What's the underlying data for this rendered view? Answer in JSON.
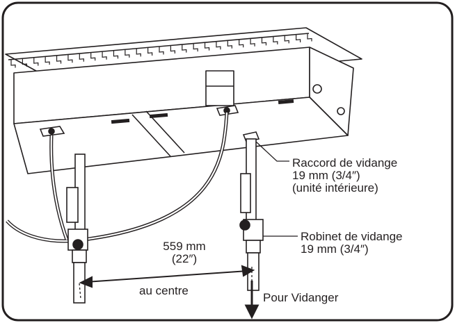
{
  "labels": {
    "drain_fitting": [
      "Raccord de vidange",
      "19 mm (3/4″)",
      "(unité intérieure)"
    ],
    "drain_valve": [
      "Robinet de vidange",
      "19 mm (3/4″)"
    ],
    "spacing": [
      "559 mm",
      "(22″)",
      "au centre"
    ],
    "to_drain": "Pour Vidanger"
  },
  "colors": {
    "line": "#231f20",
    "background": "#ffffff"
  }
}
